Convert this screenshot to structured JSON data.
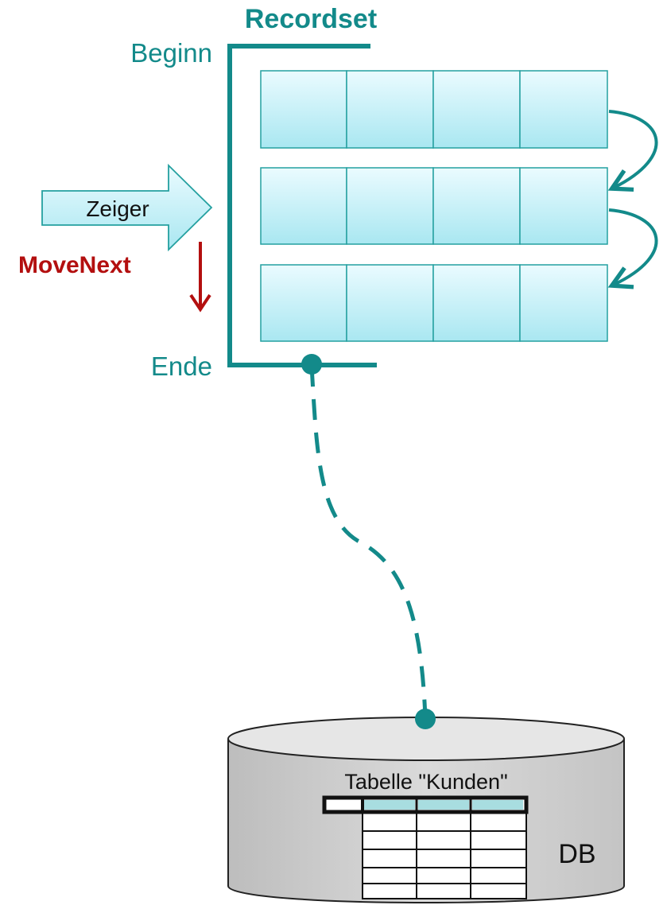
{
  "colors": {
    "teal": "#138a8a",
    "dark_red": "#b30f0f",
    "cell_top": "#eafbff",
    "cell_bottom": "#a9e7f1",
    "cell_border": "#24a0a0",
    "db_fill": "#d0d0d0",
    "db_top": "#ececec",
    "header_cell": "#a8dde0"
  },
  "recordset": {
    "title": "Recordset",
    "begin_label": "Beginn",
    "end_label": "Ende",
    "rows": 3,
    "columns": 4
  },
  "pointer": {
    "label": "Zeiger",
    "move_label": "MoveNext"
  },
  "database": {
    "table_label": "Tabelle \"Kunden\"",
    "db_label": "DB"
  },
  "icons": {
    "move_arrow": "arrow-down-icon",
    "pointer_arrow": "arrow-right-icon"
  }
}
